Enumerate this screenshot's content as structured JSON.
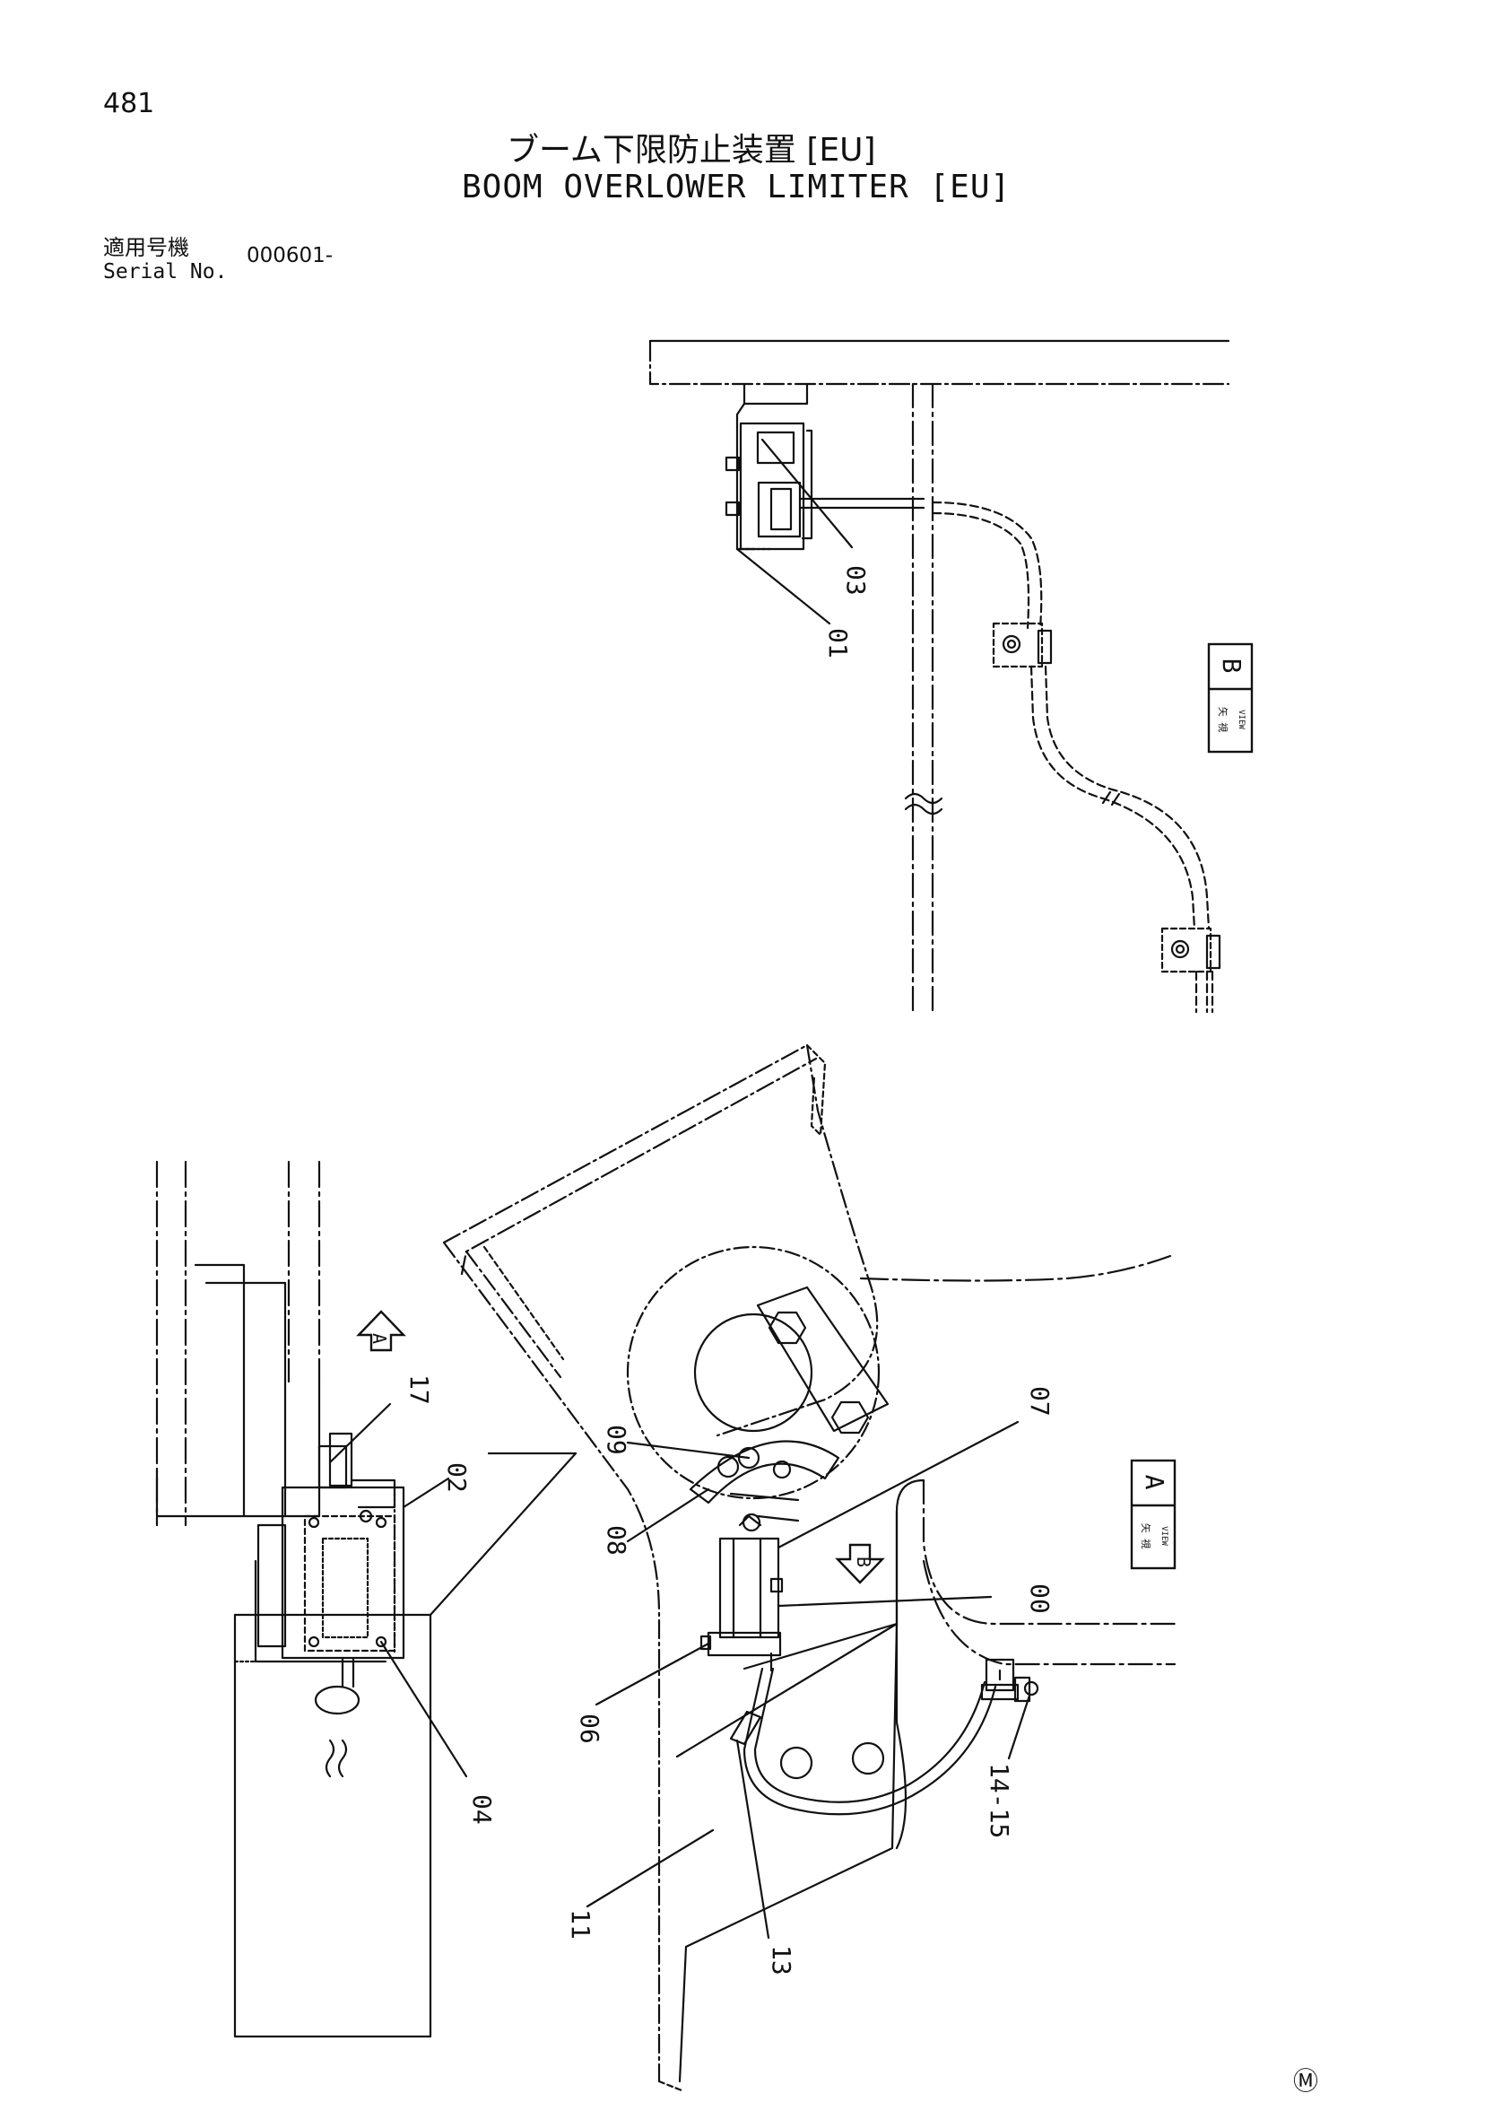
{
  "header": {
    "page_number": "481",
    "title_jp": "ブーム下限防止装置 [EU]",
    "title_en": "BOOM OVERLOWER LIMITER [EU]"
  },
  "serial": {
    "label_jp": "適用号機",
    "label_en": "Serial No.",
    "value": "000601-"
  },
  "views": {
    "view_a": {
      "kanji": "矢 視",
      "sub": "VIEW",
      "letter": "A"
    },
    "view_b": {
      "kanji": "矢 視",
      "sub": "VIEW",
      "letter": "B"
    },
    "arrow_a": "A",
    "arrow_b": "B"
  },
  "callouts": {
    "c01": "01",
    "c03": "03",
    "c17": "17",
    "c02": "02",
    "c04": "04",
    "c09": "09",
    "c08": "08",
    "c07": "07",
    "c00": "00",
    "c06": "06",
    "c11": "11",
    "c13": "13",
    "c14_15": "14-15"
  },
  "footer": {
    "mark": "Ⓜ"
  }
}
